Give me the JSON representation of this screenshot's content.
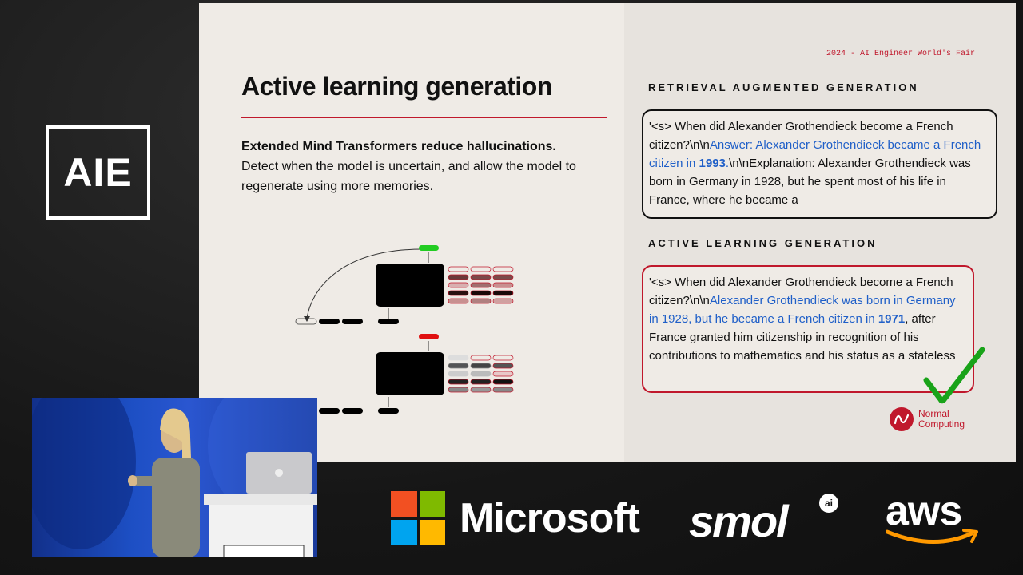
{
  "logo": {
    "text": "AIE"
  },
  "slide": {
    "event_tag": "2024 - AI Engineer World's Fair",
    "title": "Active learning generation",
    "body_bold": "Extended Mind Transformers reduce hallucinations.",
    "body_text": "Detect when the model is uncertain, and allow the model to regenerate using more memories.",
    "rag": {
      "label": "RETRIEVAL AUGMENTED GENERATION",
      "prompt": "'<s> When did Alexander Grothendieck become a French citizen?\\n\\n",
      "answer_blue": "Answer: Alexander Grothendieck became a French citizen in ",
      "answer_year": "1993",
      "answer_dot": ".",
      "rest": "\\n\\nExplanation: Alexander Grothendieck was born in Germany in 1928, but he spent most of his life in France, where he became a"
    },
    "alg": {
      "label": "ACTIVE LEARNING GENERATION",
      "prompt": "'<s> When did Alexander Grothendieck become a French citizen?\\n\\n",
      "answer_blue": "Alexander Grothendieck was born in Germany in 1928, but he became a French citizen in ",
      "answer_year": "1971",
      "rest": ", after France granted him citizenship in recognition of his contributions to mathematics and his status as a stateless"
    },
    "brand": {
      "line1": "Normal",
      "line2": "Computing"
    }
  },
  "video": {
    "label": "speaker video feed"
  },
  "sponsors": {
    "microsoft": "Microsoft",
    "smol": "smol",
    "smol_badge": "ai",
    "aws": "aws"
  },
  "colors": {
    "accent_red": "#c0182c",
    "link_blue": "#1f5fc8",
    "slide_bg": "#efebe6",
    "ms_red": "#f25022",
    "ms_green": "#7fba00",
    "ms_blue": "#00a4ef",
    "ms_yellow": "#ffb900",
    "aws_orange": "#ff9900",
    "token_green": "#22cc22",
    "token_red": "#e01010"
  }
}
